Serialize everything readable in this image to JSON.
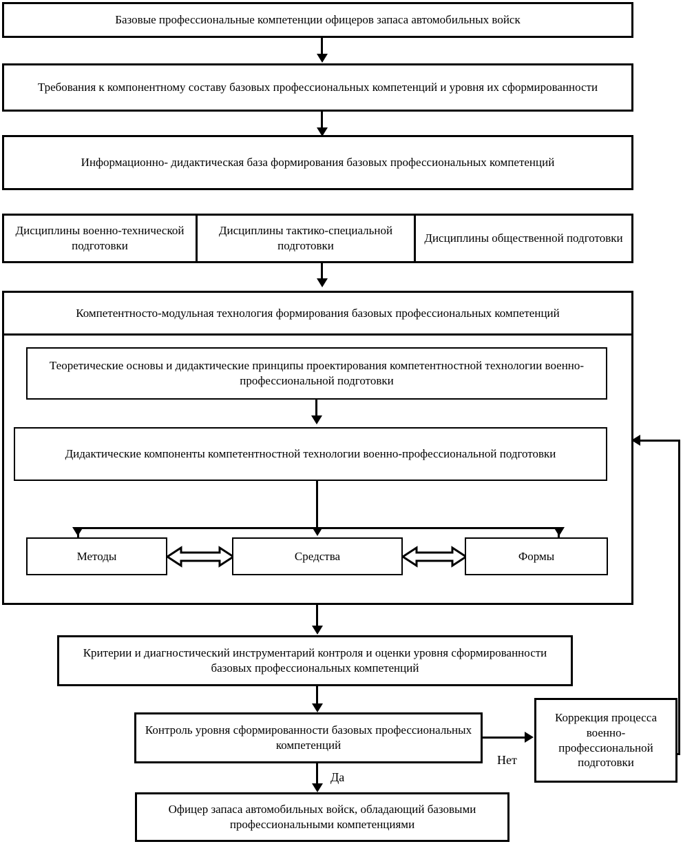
{
  "diagram": {
    "title": "Базовые профессиональные компетенции офицеров запаса автомобильных войск",
    "nodes": {
      "root": "Базовые профессиональные компетенции офицеров запаса автомобильных войск",
      "requirements": "Требования к компонентному составу базовых профессиональных компетенций и уровня их сформированности",
      "infobase": "Информационно- дидактическая база формирования базовых профессиональных компетенций",
      "discipline_military": "Дисциплины военно-технической подготовки",
      "discipline_tactical": "Дисциплины тактико-специальной подготовки",
      "discipline_social": "Дисциплины общественной подготовки",
      "technology_header": "Компетентносто-модульная технология формирования базовых профессиональных компетенций",
      "theory": "Теоретические основы и дидактические принципы проектирования компетентностной технологии военно-профессиональной подготовки",
      "didactic_components": "Дидактические компоненты компетентностной технологии военно-профессиональной подготовки",
      "methods": "Методы",
      "means": "Средства",
      "forms": "Формы",
      "criteria": "Критерии и диагностический инструментарий контроля и оценки уровня сформированности базовых профессиональных компетенций",
      "control": "Контроль уровня сформированности базовых профессиональных компетенций",
      "correction": "Коррекция процесса военно-профессиональной подготовки",
      "result": "Офицер запаса автомобильных войск, обладающий базовыми профессиональными компетенциями"
    },
    "edge_labels": {
      "no": "Нет",
      "yes": "Да"
    },
    "colors": {
      "stroke": "#000000",
      "fill": "#ffffff"
    }
  }
}
